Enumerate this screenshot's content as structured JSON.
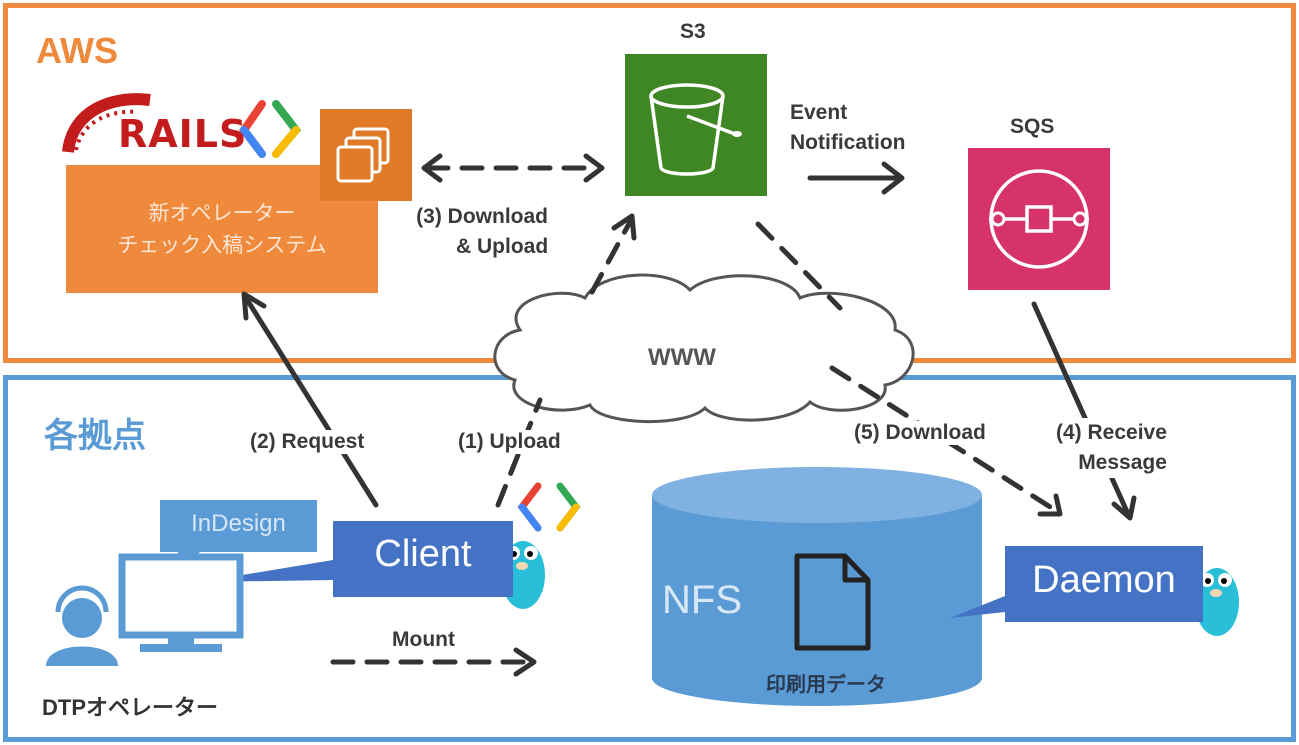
{
  "zones": {
    "aws": "AWS",
    "site": "各拠点"
  },
  "aws": {
    "rails_logo_text": "RAILS",
    "system_line1": "新オペレーター",
    "system_line2": "チェック入稿システム",
    "s3_title": "S3",
    "sqs_title": "SQS"
  },
  "arrows": {
    "event_line1": "Event",
    "event_line2": "Notification",
    "download_upload_line1": "(3) Download",
    "download_upload_line2": "& Upload",
    "request": "(2) Request",
    "upload": "(1) Upload",
    "download": "(5) Download",
    "receive_line1": "(4) Receive",
    "receive_line2": "Message",
    "mount": "Mount"
  },
  "site": {
    "www": "WWW",
    "client": "Client",
    "indesign": "InDesign",
    "nfs": "NFS",
    "print_data": "印刷用データ",
    "daemon": "Daemon",
    "operator": "DTPオペレーター"
  },
  "colors": {
    "aws_orange": "#ef8a3d",
    "site_blue": "#5b9bd5",
    "s3_green": "#3f8624",
    "sqs_pink": "#d6336c",
    "box_blue": "#4472c4",
    "gopher_cyan": "#29bfd9"
  },
  "icons": [
    "rails-logo",
    "ec2-icon",
    "s3-bucket-icon",
    "sqs-queue-icon",
    "cloud-icon",
    "go-logo-icon",
    "gopher-icon",
    "monitor-icon",
    "operator-icon",
    "document-icon",
    "database-cylinder-icon"
  ]
}
